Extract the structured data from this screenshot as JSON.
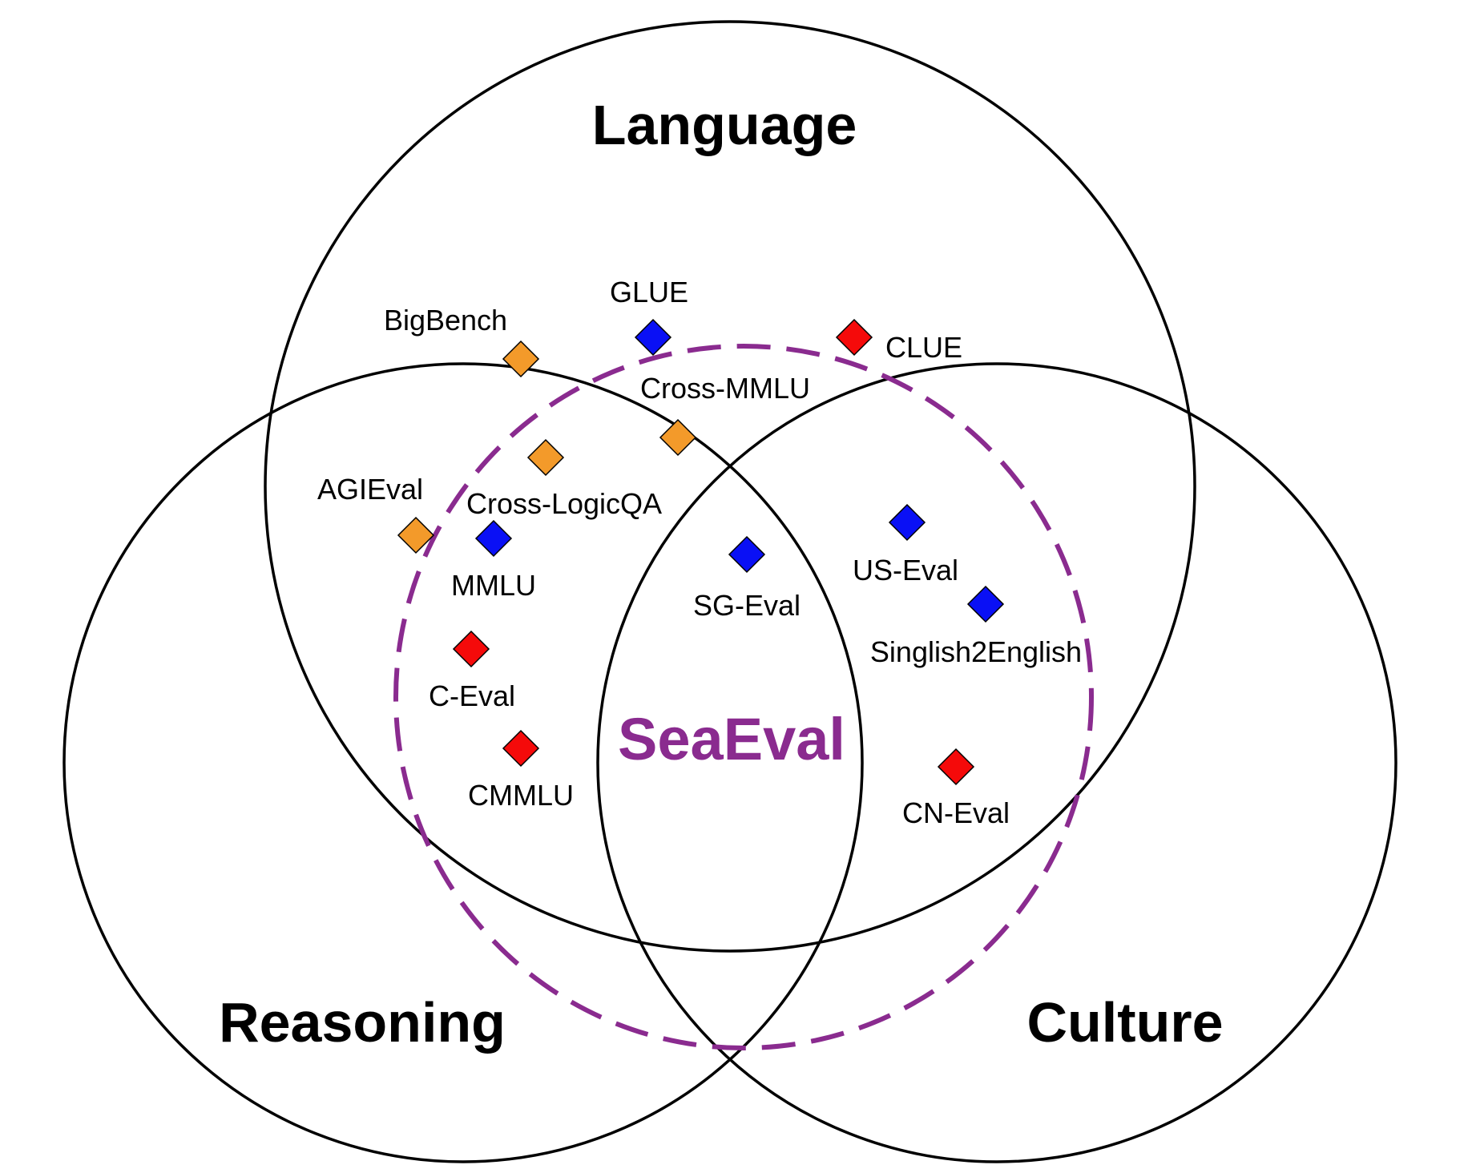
{
  "circles": {
    "language": "Language",
    "reasoning": "Reasoning",
    "culture": "Culture"
  },
  "center_label": "SeaEval",
  "colors": {
    "orange": "#f39a2a",
    "blue": "#0a10f5",
    "red": "#f50a0a",
    "purple": "#8a2b8f",
    "stroke": "#000000"
  },
  "benchmarks": {
    "bigbench": {
      "label": "BigBench",
      "color": "orange"
    },
    "glue": {
      "label": "GLUE",
      "color": "blue"
    },
    "clue": {
      "label": "CLUE",
      "color": "red"
    },
    "cross_mmlu": {
      "label": "Cross-MMLU",
      "color": "orange"
    },
    "cross_logicqa": {
      "label": "Cross-LogicQA",
      "color": "orange"
    },
    "agieval": {
      "label": "AGIEval",
      "color": "orange"
    },
    "mmlu": {
      "label": "MMLU",
      "color": "blue"
    },
    "c_eval": {
      "label": "C-Eval",
      "color": "red"
    },
    "cmmlu": {
      "label": "CMMLU",
      "color": "red"
    },
    "sg_eval": {
      "label": "SG-Eval",
      "color": "blue"
    },
    "us_eval": {
      "label": "US-Eval",
      "color": "blue"
    },
    "singlish2english": {
      "label": "Singlish2English",
      "color": "blue"
    },
    "cn_eval": {
      "label": "CN-Eval",
      "color": "red"
    }
  }
}
